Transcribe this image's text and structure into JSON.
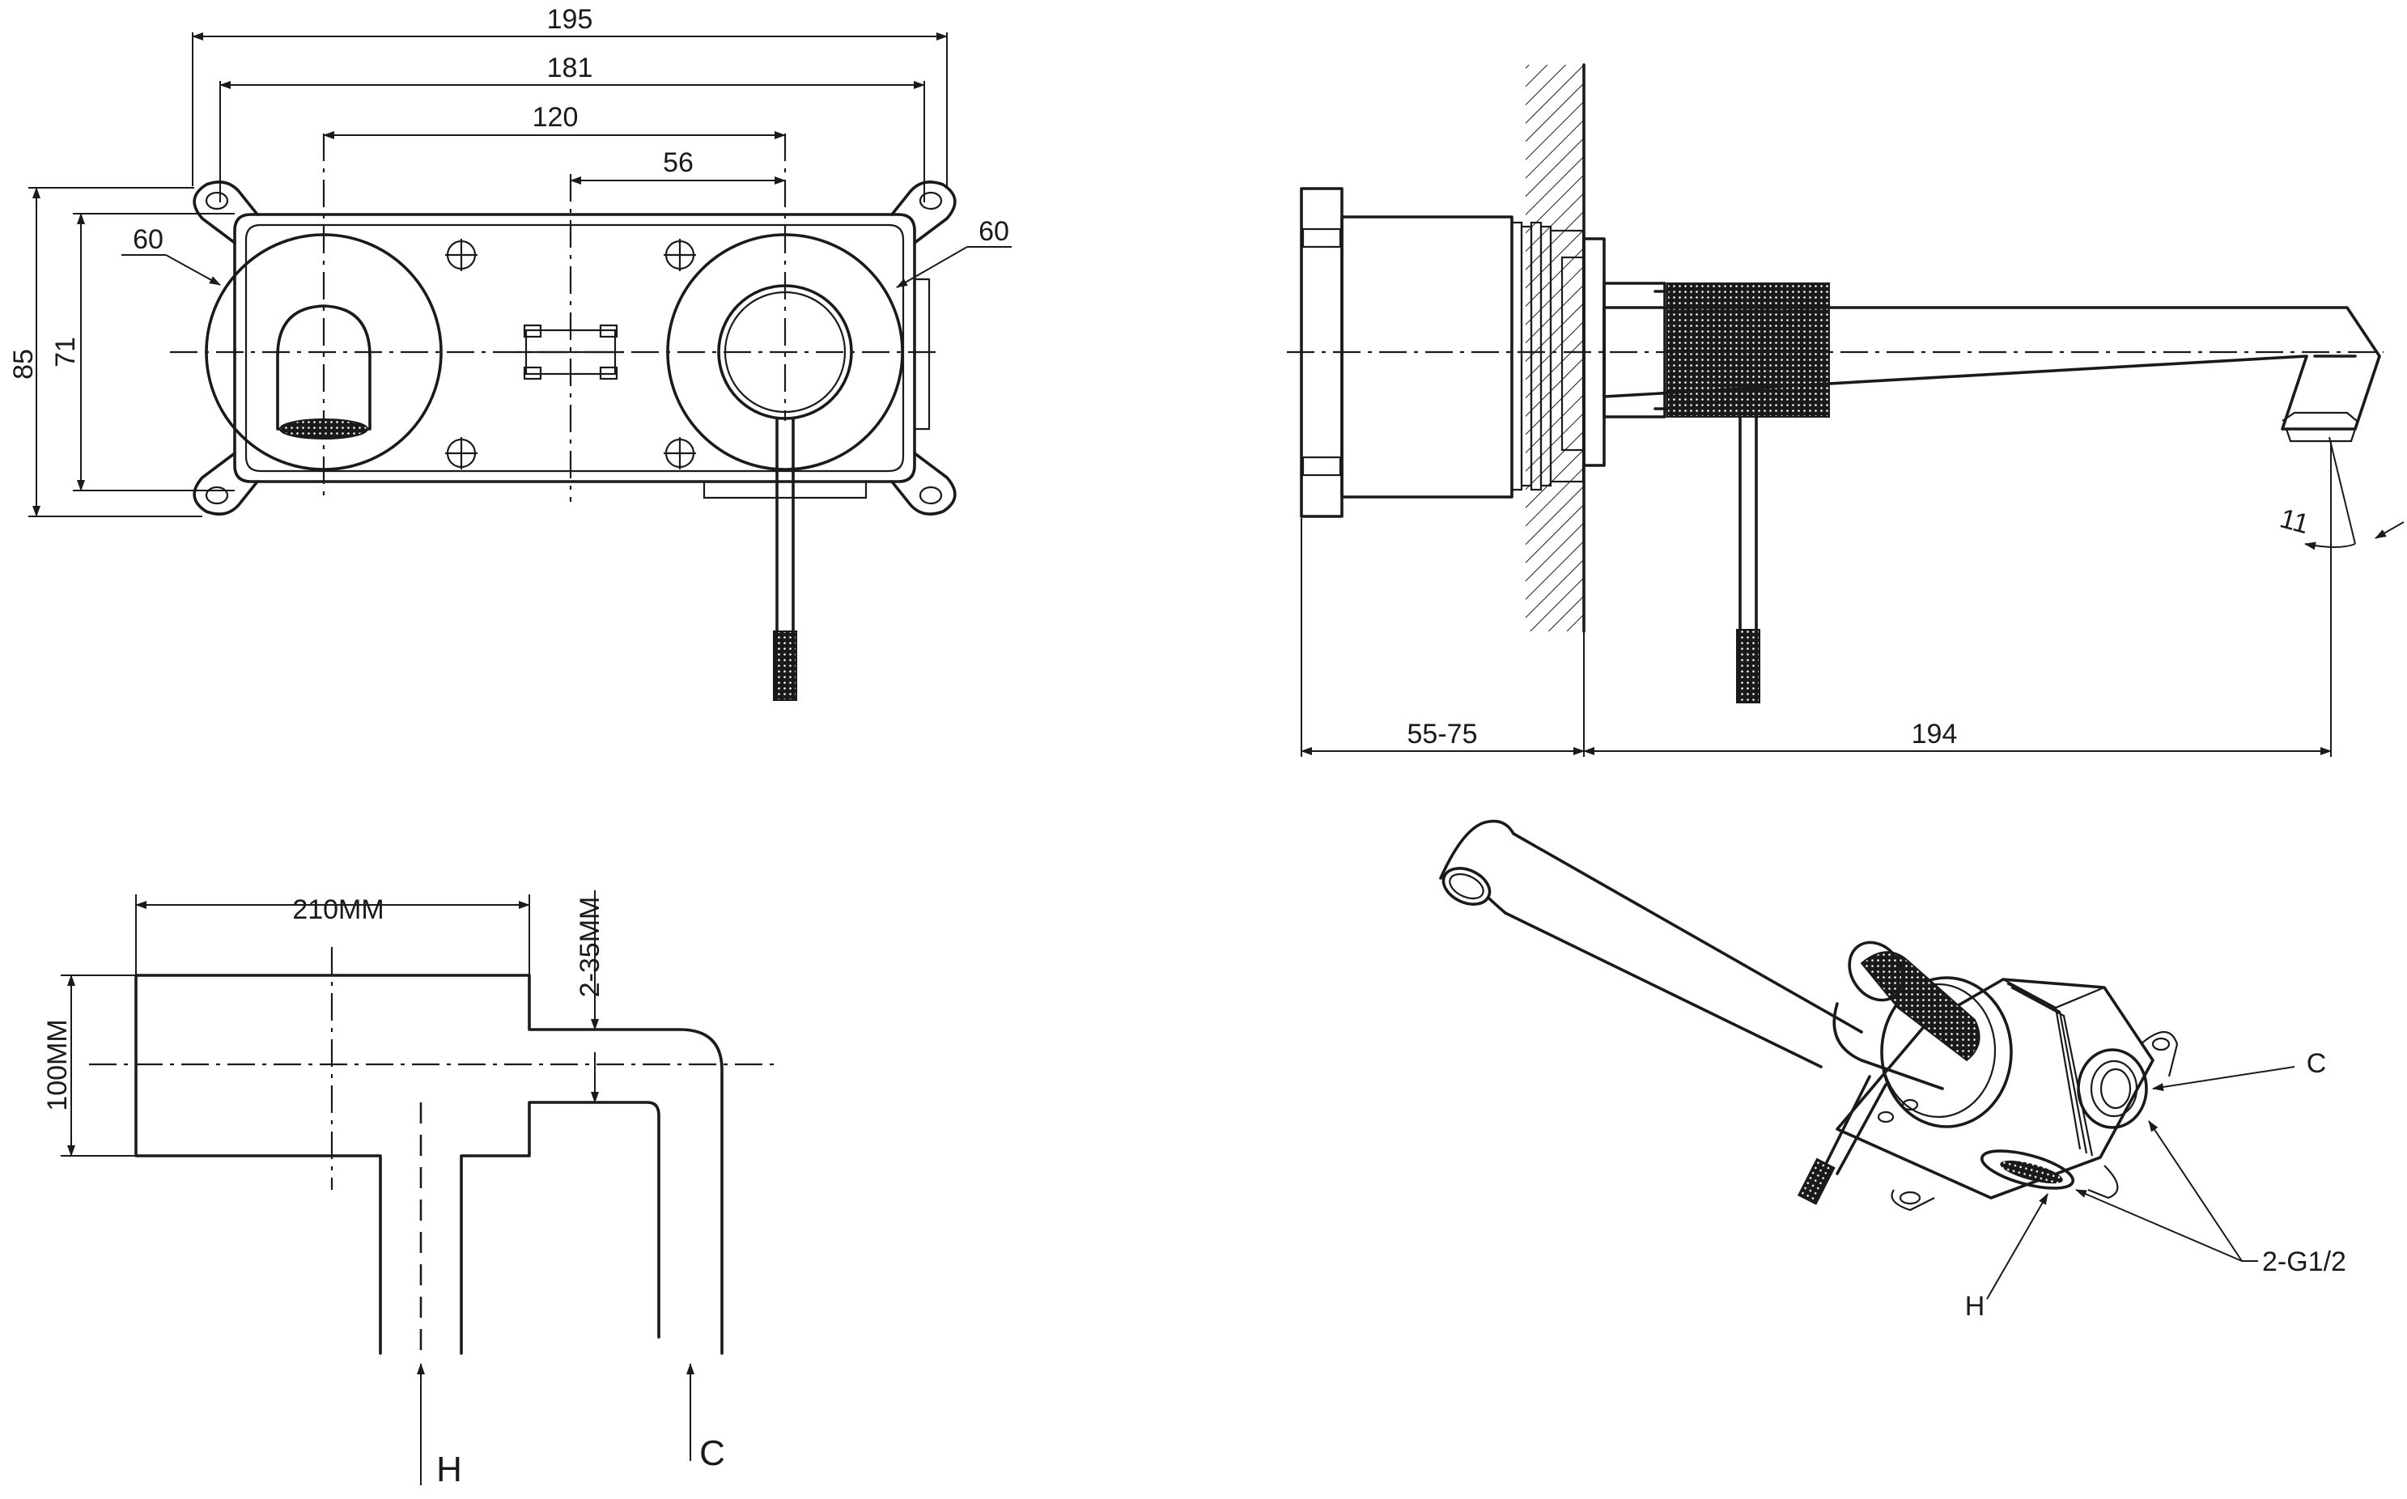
{
  "front_view": {
    "dims": {
      "w195": "195",
      "w181": "181",
      "w120": "120",
      "w56": "56",
      "h85": "85",
      "h71": "71",
      "r_left": "60",
      "r_right": "60"
    }
  },
  "side_view": {
    "dims": {
      "wall_depth": "55-75",
      "spout_length": "194",
      "angle": "11"
    }
  },
  "plan_view": {
    "dims": {
      "width": "210MM",
      "height": "100MM",
      "adjust": "2-35MM"
    },
    "labels": {
      "hot": "H",
      "cold": "C"
    }
  },
  "iso_view": {
    "labels": {
      "cold": "C",
      "hot": "H",
      "thread": "2-G1/2"
    }
  }
}
